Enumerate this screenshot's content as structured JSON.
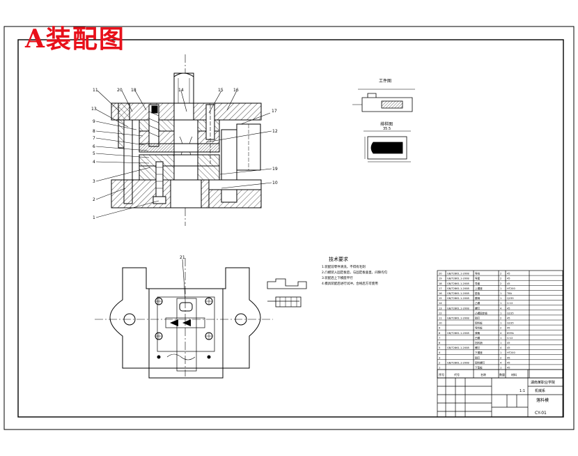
{
  "drawing": {
    "title": "A装配图",
    "tech_requirements_title": "技术要求",
    "tech_requirements": [
      "1.装配前零件清洗，不得有毛刺",
      "2.凸模装入固定板后，与固定板垂直，间隙均匀",
      "3.装配后上下模座平行",
      "4.模具装配后进行试冲，合格后方可使用"
    ],
    "part_labels": [
      "11",
      "20",
      "18",
      "14",
      "15",
      "16",
      "13",
      "9",
      "8",
      "7",
      "6",
      "5",
      "4",
      "3",
      "2",
      "1",
      "17",
      "12",
      "19",
      "10",
      "21"
    ],
    "workpiece_view_title": "工件图",
    "layout_view_title": "排样图",
    "layout_dim": "35.5",
    "bom_rows": [
      [
        "20",
        "GB/T2861.1-2008",
        "导柱",
        "2",
        "45"
      ],
      [
        "19",
        "GB/T2861.1-2008",
        "导套",
        "2",
        "45"
      ],
      [
        "18",
        "GB/T2861.1-2008",
        "导套",
        "2",
        "45"
      ],
      [
        "17",
        "GB/T2861.1-2008",
        "上模座",
        "1",
        "HT200"
      ],
      [
        "16",
        "GB/T2861.1-2008",
        "垫板",
        "1",
        "T8A"
      ],
      [
        "15",
        "GB/T2861.1-2008",
        "模柄",
        "1",
        "Q235"
      ],
      [
        "14",
        "",
        "凸模",
        "1",
        "Cr12"
      ],
      [
        "13",
        "GB/T2861.1-2008",
        "螺钉",
        "4",
        "45"
      ],
      [
        "12",
        "",
        "凸模固定板",
        "1",
        "Q235"
      ],
      [
        "11",
        "GB/T2861.1-2008",
        "销钉",
        "2",
        "45"
      ],
      [
        "10",
        "",
        "卸料板",
        "1",
        "Q235"
      ],
      [
        "9",
        "",
        "导料板",
        "2",
        "45"
      ],
      [
        "8",
        "GB/T2861.1-2008",
        "弹簧",
        "4",
        "65Mn"
      ],
      [
        "7",
        "",
        "凹模",
        "1",
        "Cr12"
      ],
      [
        "6",
        "",
        "挡料销",
        "1",
        "45"
      ],
      [
        "5",
        "GB/T2861.1-2008",
        "螺钉",
        "4",
        "45"
      ],
      [
        "4",
        "",
        "下模座",
        "1",
        "HT200"
      ],
      [
        "3",
        "",
        "销钉",
        "2",
        "45"
      ],
      [
        "2",
        "GB/T2861.1-2008",
        "卸料螺钉",
        "4",
        "45"
      ],
      [
        "1",
        "",
        "下垫板",
        "1",
        "45"
      ]
    ],
    "bom_header": [
      "序号",
      "代号",
      "名称",
      "数量",
      "材料"
    ],
    "title_block": {
      "school": "湖南某职业学院",
      "dept": "机械系",
      "drawing_name": "落料模",
      "scale": "1:1",
      "drawing_no": "CY-01"
    }
  }
}
